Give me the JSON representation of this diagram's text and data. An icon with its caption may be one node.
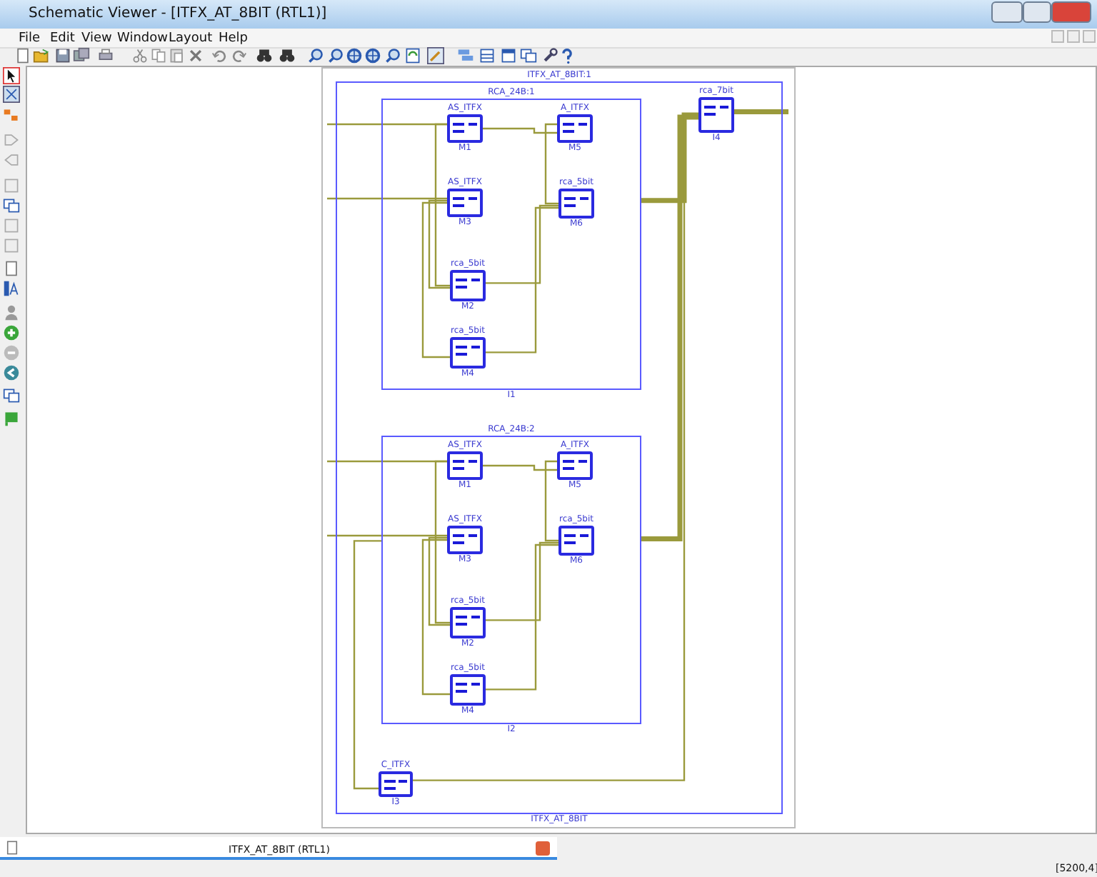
{
  "diagram": {
    "title": "Schematic Viewer - [ITFX_AT_8BIT (RTL1)]",
    "nodes": [
      {
        "text": [
          "ITFX_AT_8BIT:1",
          "ITFX_AT_8BIT"
        ]
      },
      {
        "text": [
          "RCA_24B:1",
          "I1"
        ],
        "in": 0
      },
      {
        "text": [
          "AS_ITFX",
          "M1"
        ],
        "in": 1
      },
      {
        "text": [
          "A_ITFX",
          "M5"
        ],
        "in": 1
      },
      {
        "text": [
          "AS_ITFX",
          "M3"
        ],
        "in": 1
      },
      {
        "text": [
          "rca_5bit",
          "M6"
        ],
        "in": 1
      },
      {
        "text": [
          "rca_5bit",
          "M2"
        ],
        "in": 1
      },
      {
        "text": [
          "rca_5bit",
          "M4"
        ],
        "in": 1
      },
      {
        "text": [
          "rca_7bit",
          "I4"
        ],
        "in": 0
      },
      {
        "text": [
          "RCA_24B:2",
          "I2"
        ],
        "in": 0
      },
      {
        "text": [
          "AS_ITFX",
          "M1"
        ],
        "in": 9
      },
      {
        "text": [
          "A_ITFX",
          "M5"
        ],
        "in": 9
      },
      {
        "text": [
          "AS_ITFX",
          "M3"
        ],
        "in": 9
      },
      {
        "text": [
          "rca_5bit",
          "M6"
        ],
        "in": 9
      },
      {
        "text": [
          "rca_5bit",
          "M2"
        ],
        "in": 9
      },
      {
        "text": [
          "rca_5bit",
          "M4"
        ],
        "in": 9
      },
      {
        "text": [
          "C_ITFX",
          "I3"
        ],
        "in": 0
      }
    ],
    "edges": [
      {
        "from": null,
        "to": 2,
        "arrow": "none"
      },
      {
        "from": null,
        "to": 4,
        "arrow": "none"
      },
      {
        "from": 2,
        "to": 3,
        "arrow": "none"
      },
      {
        "from": 2,
        "to": 6,
        "arrow": "none"
      },
      {
        "from": 4,
        "to": 6,
        "arrow": "none"
      },
      {
        "from": 4,
        "to": 7,
        "arrow": "none"
      },
      {
        "from": 3,
        "to": 5,
        "arrow": "none"
      },
      {
        "from": 6,
        "to": 5,
        "arrow": "none"
      },
      {
        "from": 7,
        "to": 5,
        "arrow": "none"
      },
      {
        "from": null,
        "to": 10,
        "arrow": "none"
      },
      {
        "from": null,
        "to": 12,
        "arrow": "none"
      },
      {
        "from": 10,
        "to": 11,
        "arrow": "none"
      },
      {
        "from": 10,
        "to": 14,
        "arrow": "none"
      },
      {
        "from": 12,
        "to": 14,
        "arrow": "none"
      },
      {
        "from": 12,
        "to": 15,
        "arrow": "none"
      },
      {
        "from": 11,
        "to": 13,
        "arrow": "none"
      },
      {
        "from": 14,
        "to": 13,
        "arrow": "none"
      },
      {
        "from": 15,
        "to": 13,
        "arrow": "none"
      },
      {
        "from": 1,
        "to": 8,
        "arrow": "none",
        "style": "thick"
      },
      {
        "from": 9,
        "to": 8,
        "arrow": "none",
        "style": "thick"
      },
      {
        "from": 9,
        "to": 16,
        "arrow": "none"
      },
      {
        "from": 16,
        "to": 8,
        "arrow": "none"
      },
      {
        "from": 8,
        "to": null,
        "arrow": "none",
        "style": "thick"
      }
    ],
    "labels": [
      "File",
      "Edit",
      "View",
      "Window",
      "Layout",
      "Help",
      "ITFX_AT_8BIT (RTL1)",
      "[5200,4]"
    ]
  }
}
